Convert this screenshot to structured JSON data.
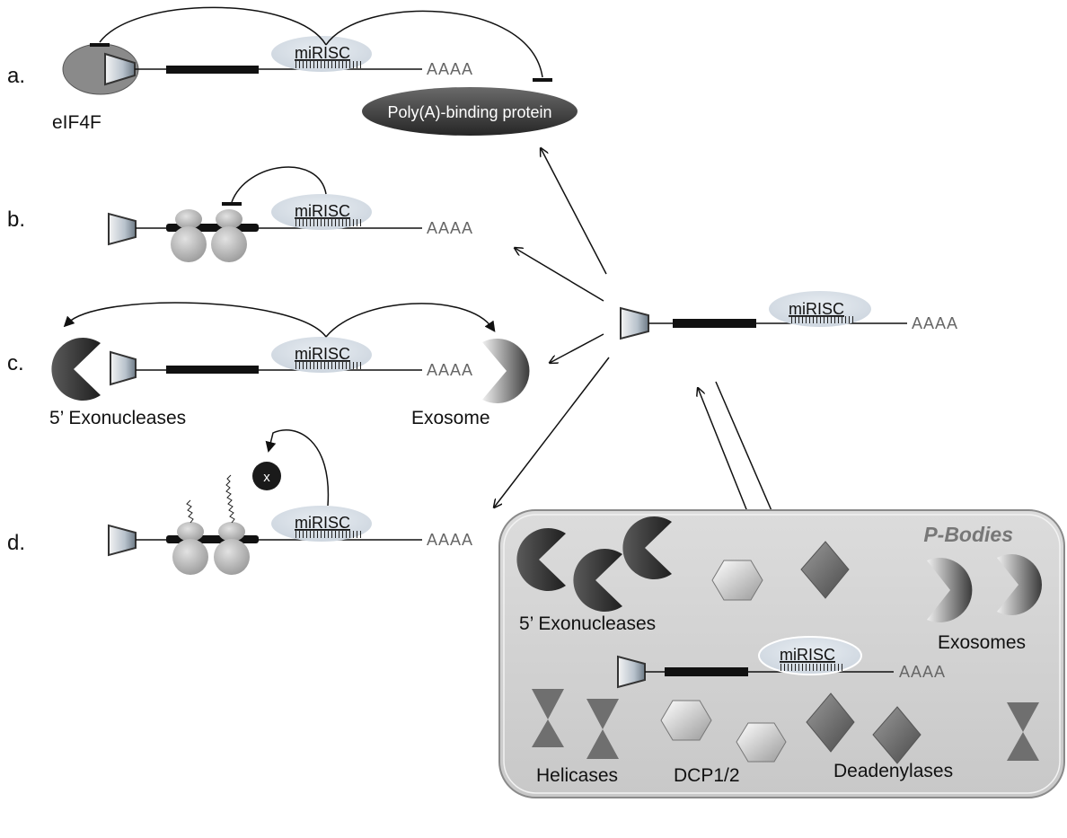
{
  "panel_labels": [
    "a.",
    "b.",
    "c.",
    "d."
  ],
  "mirisc": "miRISC",
  "polya": "AAAA",
  "panel_a": {
    "cap_factor": "eIF4F",
    "pabp": "Poly(A)-binding protein"
  },
  "panel_c": {
    "left": "5’ Exonucleases",
    "right": "Exosome"
  },
  "panel_d": {
    "factor": "x"
  },
  "pbodies": {
    "title": "P-Bodies",
    "exonucleases": "5’ Exonucleases",
    "exosomes": "Exosomes",
    "helicases": "Helicases",
    "dcp": "DCP1/2",
    "deadenylases": "Deadenylases"
  }
}
